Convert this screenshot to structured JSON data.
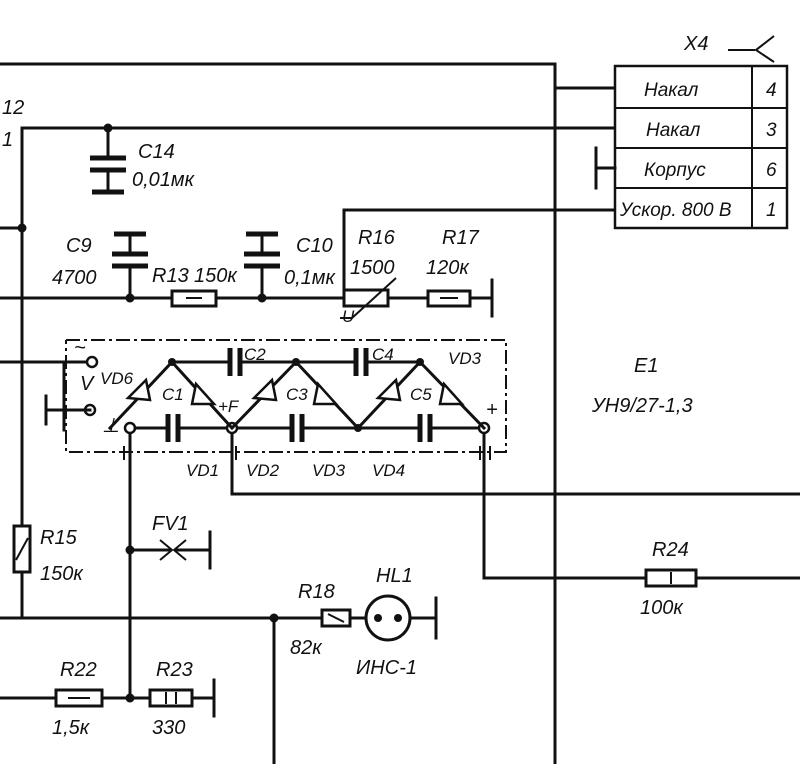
{
  "connector": {
    "id": "X4",
    "rows": [
      {
        "name": "Накал",
        "pin": "4"
      },
      {
        "name": "Накал",
        "pin": "3"
      },
      {
        "name": "Корпус",
        "pin": "6"
      },
      {
        "name": "Ускор. 800 В",
        "pin": "1"
      }
    ]
  },
  "edge_labels": {
    "top": "12",
    "bottom": "1"
  },
  "components": {
    "C14": {
      "ref": "C14",
      "value": "0,01мк"
    },
    "C9": {
      "ref": "C9",
      "value": "4700"
    },
    "R13": {
      "ref": "R13",
      "value": "150к"
    },
    "C10": {
      "ref": "C10",
      "value": "0,1мк"
    },
    "R16": {
      "ref": "R16",
      "value": "1500",
      "mark": "U"
    },
    "R17": {
      "ref": "R17",
      "value": "120к"
    },
    "R15": {
      "ref": "R15",
      "value": "150к"
    },
    "FV1": {
      "ref": "FV1"
    },
    "R18": {
      "ref": "R18",
      "value": "82к"
    },
    "HL1": {
      "ref": "HL1",
      "value": "ИНС-1"
    },
    "R24": {
      "ref": "R24",
      "value": "100к"
    },
    "R22": {
      "ref": "R22",
      "value": "1,5к"
    },
    "R23": {
      "ref": "R23",
      "value": "330"
    }
  },
  "multiplier": {
    "ref": "E1",
    "type": "УН9/27-1,3",
    "caps": [
      "C1",
      "C2",
      "C3",
      "C4",
      "C5"
    ],
    "diodes_top": [
      "VD6",
      "VD3"
    ],
    "diodes_bottom": [
      "VD1",
      "VD2",
      "VD3",
      "VD4"
    ],
    "terminals": {
      "ac": "~",
      "v": "V",
      "ground": "⊥",
      "focus": "+F",
      "plus": "+"
    }
  }
}
